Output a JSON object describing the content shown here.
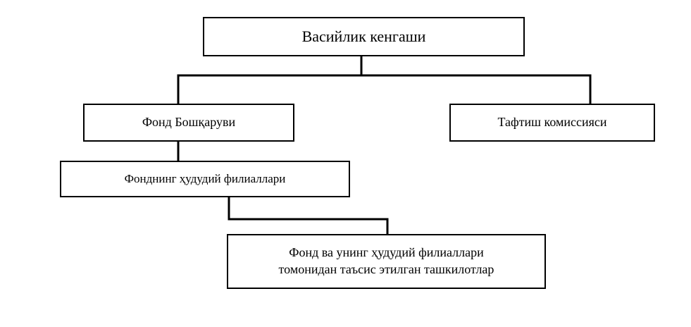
{
  "diagram": {
    "type": "organizational-hierarchy-chart",
    "language": "uz-Cyrl",
    "background_color": "#ffffff",
    "line_color": "#000000",
    "text_color": "#000000",
    "nodes": {
      "council": {
        "label": "Васийлик кенгаши",
        "level": 1
      },
      "management": {
        "label": "Фонд Бошқаруви",
        "level": 2
      },
      "audit": {
        "label": "Тафтиш комиссияси",
        "level": 2
      },
      "branches": {
        "label": "Фонднинг ҳудудий филиаллари",
        "level": 3
      },
      "organizations": {
        "label": "Фонд ва унинг ҳудудий филиаллари\nтомонидан таъсис этилган ташкилотлар",
        "level": 4
      }
    },
    "connectors": [
      {
        "name": "council-to-bus",
        "from": "council",
        "to": "bus"
      },
      {
        "name": "bus-to-management",
        "from": "bus",
        "to": "management"
      },
      {
        "name": "bus-to-audit",
        "from": "bus",
        "to": "audit"
      },
      {
        "name": "management-to-branches",
        "from": "management",
        "to": "branches"
      },
      {
        "name": "branches-to-organizations",
        "from": "branches",
        "to": "organizations"
      }
    ]
  }
}
